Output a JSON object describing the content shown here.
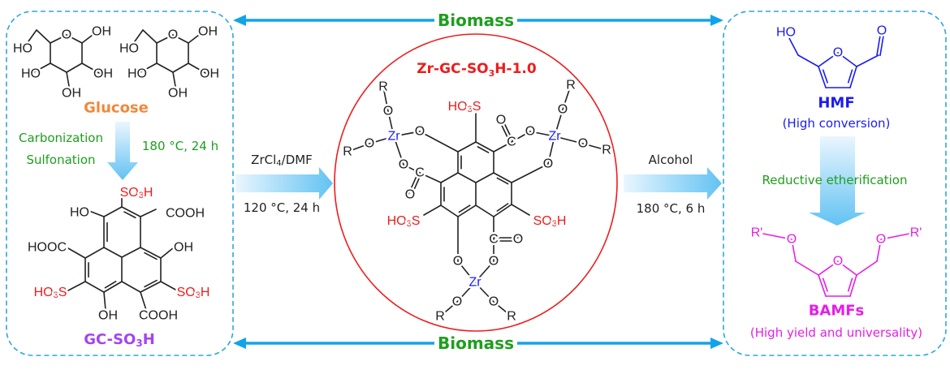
{
  "labels": {
    "biomass_top": "Biomass",
    "biomass_bottom": "Biomass",
    "glucose": "Glucose",
    "carbonization": "Carbonization",
    "sulfonation": "Sulfonation",
    "step1_conditions": "180 °C, 24 h",
    "step2_reagent": [
      "ZrCl",
      "4",
      "/DMF"
    ],
    "step2_conditions": "120 °C, 24 h",
    "catalyst_name": [
      "Zr-GC-SO",
      "3",
      "H-1.0"
    ],
    "gc_name": [
      "GC-SO",
      "3",
      "H"
    ],
    "step3_reagent": "Alcohol",
    "step3_conditions": "180 °C, 6 h",
    "hmf": "HMF",
    "hmf_note": "(High conversion)",
    "reductive": "Reductive etherification",
    "bamfs": "BAMFs",
    "bamfs_note": "(High yield and universality)"
  },
  "atoms": {
    "OH": "OH",
    "HO": "HO",
    "O": "O",
    "C": "C",
    "Zr": "Zr",
    "R": "R",
    "Rp": "R'",
    "COOH": "COOH",
    "HOOC": "HOOC",
    "SO3H": [
      "SO",
      "3",
      "H"
    ],
    "HO3S": [
      "HO",
      "3",
      "S"
    ]
  },
  "colors": {
    "frame": "#2aa7e1",
    "biomass_arrow": "#12a3ea",
    "green": "#1e9e1e",
    "glucose": "#f0883c",
    "gc": "#a444f0",
    "red": "#ee1c1c",
    "zr": "#1c1cff",
    "hmf": "#1c1cee",
    "bamf": "#e61ee6"
  }
}
